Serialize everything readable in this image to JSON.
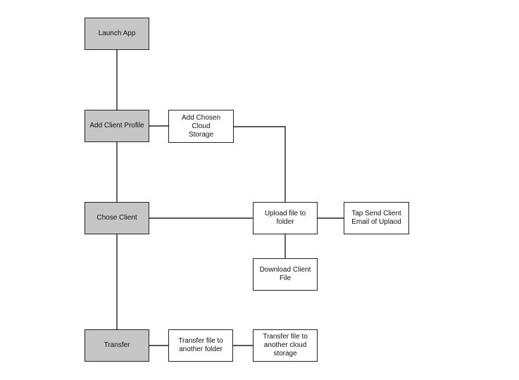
{
  "diagram": {
    "nodes": {
      "launch_app": "Launch App",
      "add_client_profile": "Add Client Profile",
      "add_cloud_storage": "Add Chosen Cloud\nStorage",
      "chose_client": "Chose Client",
      "upload_file": "Upload file to folder",
      "tap_send": "Tap Send Client\nEmail of Uplaod",
      "download_file": "Download Client File",
      "transfer": "Transfer",
      "transfer_folder": "Transfer file to\nanother folder",
      "transfer_cloud": "Transfer file to\nanother cloud\nstorage"
    },
    "colors": {
      "primary_fill": "#c6c6c6",
      "secondary_fill": "#ffffff",
      "stroke": "#222222"
    }
  }
}
